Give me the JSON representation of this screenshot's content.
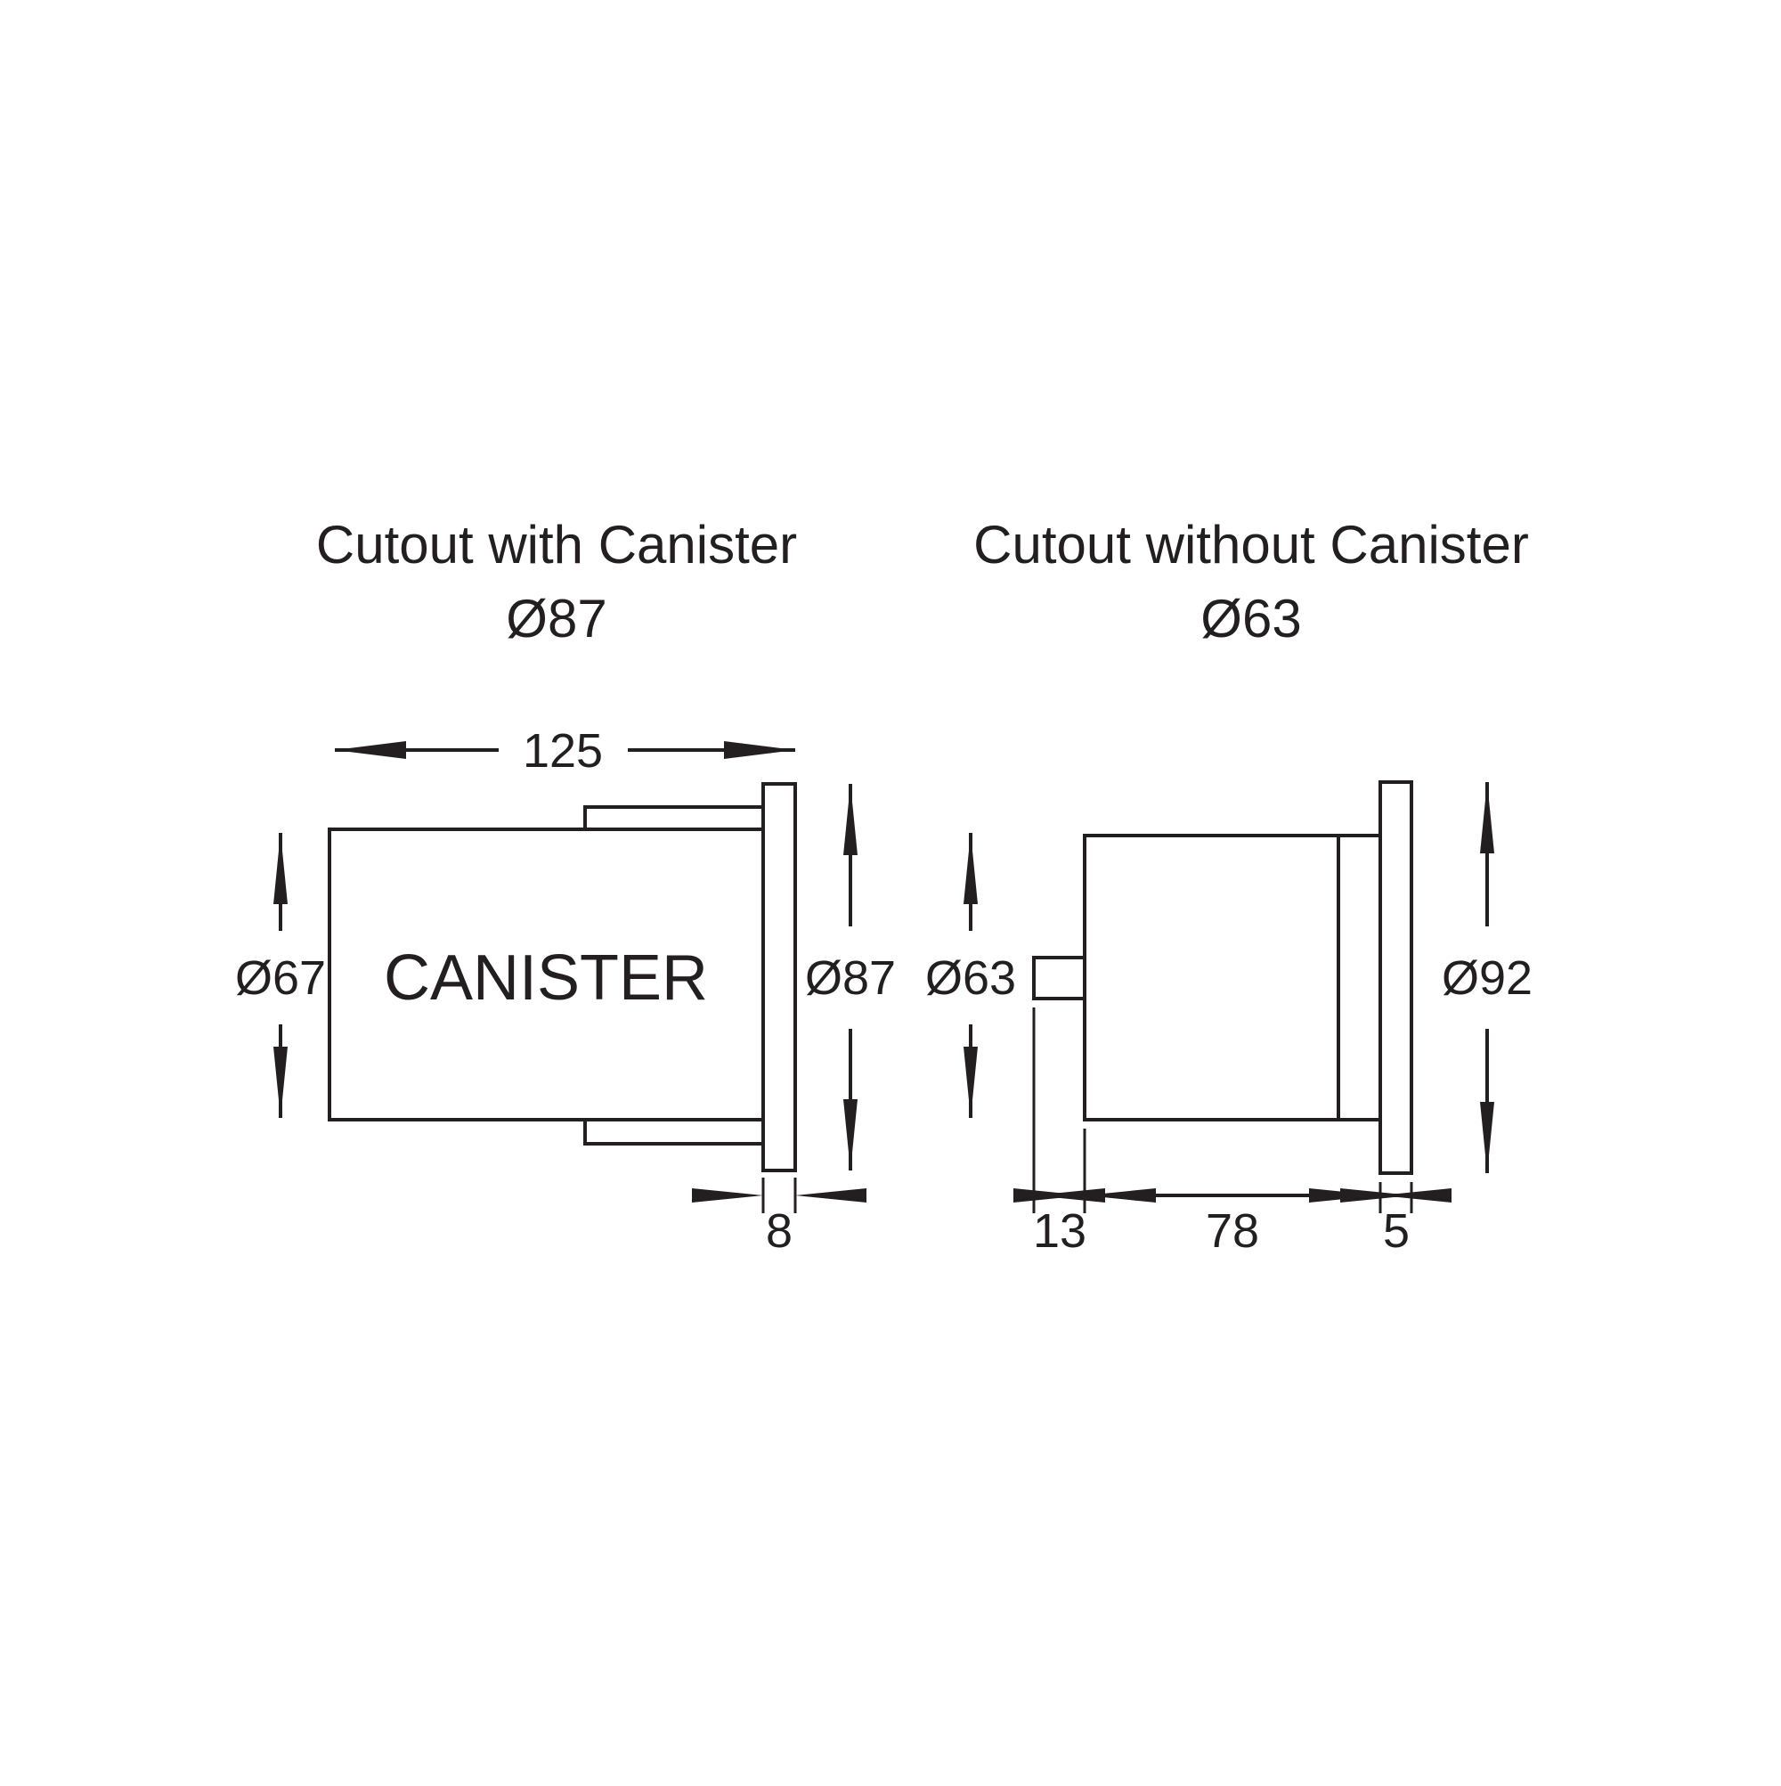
{
  "page": {
    "background": "#ffffff",
    "line_color": "#231f20"
  },
  "left_view": {
    "title": "Cutout with Canister",
    "cutout": "Ø87",
    "body_label": "CANISTER",
    "dim_length": "125",
    "dim_body_diameter": "Ø67",
    "dim_flange_diameter": "Ø87",
    "dim_flange_thickness": "8"
  },
  "right_view": {
    "title": "Cutout without Canister",
    "cutout": "Ø63",
    "dim_rear_depth": "13",
    "dim_body_depth": "78",
    "dim_flange_thickness": "5",
    "dim_body_diameter": "Ø63",
    "dim_flange_diameter": "Ø92"
  }
}
